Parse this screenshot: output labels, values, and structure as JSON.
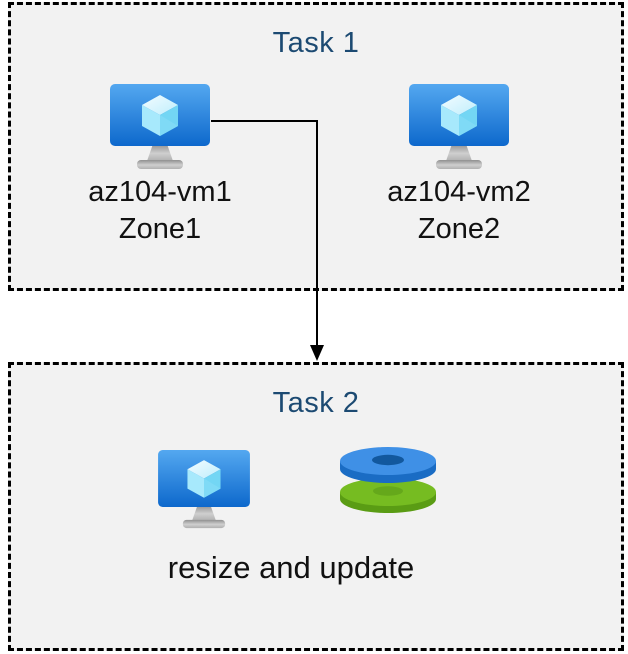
{
  "colors": {
    "page_background": "#ffffff",
    "box_background": "#f2f2f2",
    "box_border": "#000000",
    "title_text": "#1c4a72",
    "body_text": "#111111",
    "vm_screen_gradient_top": "#54a8f0",
    "vm_screen_gradient_bottom": "#0d68cc",
    "vm_cube_top": "#dff6ff",
    "vm_cube_left": "#a7e9fc",
    "vm_cube_right": "#73d6f4",
    "disk_blue_top": "#3f90e6",
    "disk_blue_side": "#1a6cc4",
    "disk_blue_hole": "#12589e",
    "disk_green_top": "#76bc21",
    "disk_green_side": "#5a9c14",
    "disk_green_hole": "#65a81b",
    "connector": "#000000"
  },
  "task1": {
    "title": "Task 1",
    "nodes": [
      {
        "name": "az104-vm1",
        "zone": "Zone1",
        "icon": "virtual-machine-icon"
      },
      {
        "name": "az104-vm2",
        "zone": "Zone2",
        "icon": "virtual-machine-icon"
      }
    ]
  },
  "task2": {
    "title": "Task 2",
    "caption": "resize and update",
    "icons": [
      "virtual-machine-icon",
      "disks-icon"
    ]
  },
  "connector": {
    "from": "az104-vm1",
    "to": "Task 2",
    "type": "elbow-arrow"
  }
}
